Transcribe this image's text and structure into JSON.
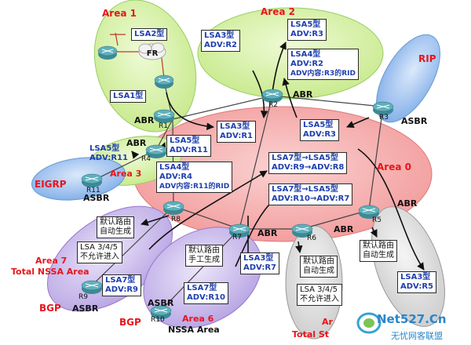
{
  "areas": {
    "area1": "Area 1",
    "area2": "Area 2",
    "area3": "Area 3",
    "area0": "Area 0",
    "area6": "Area 6",
    "area6_sub": "NSSA Area",
    "area7": "Area 7",
    "area7_sub": "Total NSSA Area",
    "area_bottom": "Ar",
    "area_bottom_sub": "Total St"
  },
  "protocols": {
    "rip": "RIP",
    "eigrp": "EIGRP",
    "bgp_r9": "BGP",
    "bgp_r10": "BGP"
  },
  "cloud": "FR",
  "routers": {
    "r1": "R1",
    "r2": "R2",
    "r3": "R3",
    "r4": "R4",
    "r5": "R5",
    "r6": "R6",
    "r7": "R7",
    "r8": "R8",
    "r9": "R9",
    "r10": "R10",
    "r11": "R11"
  },
  "roles": {
    "abr_r1": "ABR",
    "abr_r2": "ABR",
    "asbr_r3": "ASBR",
    "abr_r4": "ABR",
    "asbr_r11": "ASBR",
    "abr_r5": "ABR",
    "abr_r6": "ABR",
    "abr_r7": "ABR",
    "asbr_r9": "ASBR",
    "asbr_r10": "ASBR"
  },
  "lsa": {
    "lsa2": "LSA2型",
    "lsa1": "LSA1型",
    "lsa3_r2": [
      "LSA3型",
      "ADV:R2"
    ],
    "lsa5_r3_top": [
      "LSA5型",
      "ADV:R3"
    ],
    "lsa4_r2": [
      "LSA4型",
      "ADV:R2",
      "ADV内容:R3的RID"
    ],
    "lsa3_r1": [
      "LSA3型",
      "ADV:R1"
    ],
    "lsa5_r3_mid": [
      "LSA5型",
      "ADV:R3"
    ],
    "lsa5_r11_box": [
      "LSA5型",
      "ADV:R11"
    ],
    "lsa5_r11_plain": [
      "LSA5型",
      "ADV:R11"
    ],
    "lsa4_r4": [
      "LSA4型",
      "ADV:R4",
      "ADV内容:R11的RID"
    ],
    "lsa7_r9_r8": [
      "LSA7型→LSA5型",
      "ADV:R9→ADV:R8"
    ],
    "lsa7_r10_r7": [
      "LSA7型→LSA5型",
      "ADV:R10→ADV:R7"
    ],
    "default_r8": [
      "默认路由",
      "自动生成"
    ],
    "lsa345_a7": [
      "LSA 3/4/5",
      "不允许进入"
    ],
    "default_r7": [
      "默认路由",
      "手工生成"
    ],
    "lsa3_r7": [
      "LSA3型",
      "ADV:R7"
    ],
    "default_r6": [
      "默认路由",
      "自动生成"
    ],
    "lsa345_bottom": [
      "LSA 3/4/5",
      "不允许进入"
    ],
    "default_r5": [
      "默认路由",
      "自动生成"
    ],
    "lsa3_r5": [
      "LSA3型",
      "ADV:R5"
    ],
    "lsa7_r9": [
      "LSA7型",
      "ADV:R9"
    ],
    "lsa7_r10": [
      "LSA7型",
      "ADV:R10"
    ]
  },
  "watermark": {
    "brand": "Net527.Cn",
    "slogan": "无忧网客联盟"
  },
  "colors": {
    "area0": "#f5a3a3",
    "area1_2": "#d6f2a6",
    "rip": "#8fb8ef",
    "eigrp": "#8fb8ef",
    "nssa": "#c7b7ea",
    "stub": "#dcdcdc",
    "text_blue": "#1f3fae",
    "text_red": "#e8151b",
    "router": "#3c8a96"
  }
}
